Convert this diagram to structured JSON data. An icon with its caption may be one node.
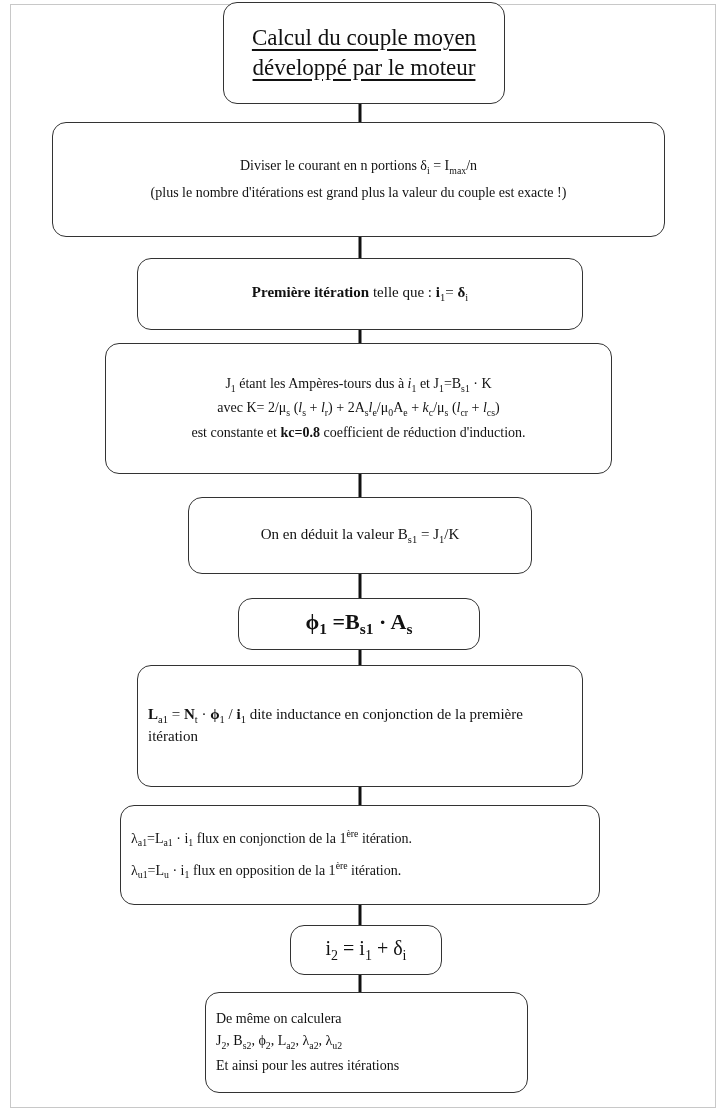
{
  "diagram": {
    "nodes": [
      {
        "text": [
          "Calcul du couple moyen développé par le moteur"
        ]
      },
      {
        "text": [
          "Diviser le courant en n portions δ$_{i}$ = I$_{max}$/n",
          "(plus le nombre d'itérations est grand plus la valeur du couple est exacte !)"
        ]
      },
      {
        "text": [
          "**Première itération** telle que : **i**$_{1}$= **δ**$_{i}$"
        ]
      },
      {
        "text": [
          "J$_{1}$ étant les Ampères-tours dus à *i*$_{1}$ et J$_{1}$=B$_{s1}$ · K",
          "avec K= 2/μ$_{s}$ (*l*$_{s}$ + *l*$_{r}$) + 2A$_{s}$*l*$_{e}$/μ$_{0}$A$_{e}$ + *k*$_{c}$/μ$_{s}$ (*l*$_{cr}$ + *l*$_{cs}$)",
          "est constante et **kc=0.8** coefficient de réduction d'induction."
        ]
      },
      {
        "text": [
          "On en déduit la valeur B$_{s1}$ = J$_{1}$/K"
        ]
      },
      {
        "text": [
          "ϕ$_{1}$ =B$_{s1}$ · A$_{s}$"
        ]
      },
      {
        "text": [
          "**L**$_{a1}$ = **N**$_{t}$ · **ϕ**$_{1}$ / **i**$_{1}$ dite inductance en conjonction de la première itération"
        ]
      },
      {
        "text": [
          "λ$_{a1}$=L$_{a1}$ · i$_{1}$ flux en conjonction de la 1$^{ère}$ itération.",
          "λ$_{u1}$=L$_{u}$ · i$_{1}$ flux en opposition de la 1$^{ère}$ itération."
        ]
      },
      {
        "text": [
          "i$_{2}$ = i$_{1}$ + δ$_{i}$"
        ]
      },
      {
        "text": [
          "De même on calculera",
          "J$_{2}$, B$_{s2}$, ϕ$_{2}$, L$_{a2}$, λ$_{a2}$, λ$_{u2}$",
          "Et ainsi pour les autres itérations"
        ]
      }
    ],
    "edges": [
      {
        "from": 0,
        "to": 1,
        "arrow": "none"
      },
      {
        "from": 1,
        "to": 2,
        "arrow": "none"
      },
      {
        "from": 2,
        "to": 3,
        "arrow": "none"
      },
      {
        "from": 3,
        "to": 4,
        "arrow": "none"
      },
      {
        "from": 4,
        "to": 5,
        "arrow": "none"
      },
      {
        "from": 5,
        "to": 6,
        "arrow": "none"
      },
      {
        "from": 6,
        "to": 7,
        "arrow": "none"
      },
      {
        "from": 7,
        "to": 8,
        "arrow": "none"
      },
      {
        "from": 8,
        "to": 9,
        "arrow": "none"
      }
    ]
  }
}
